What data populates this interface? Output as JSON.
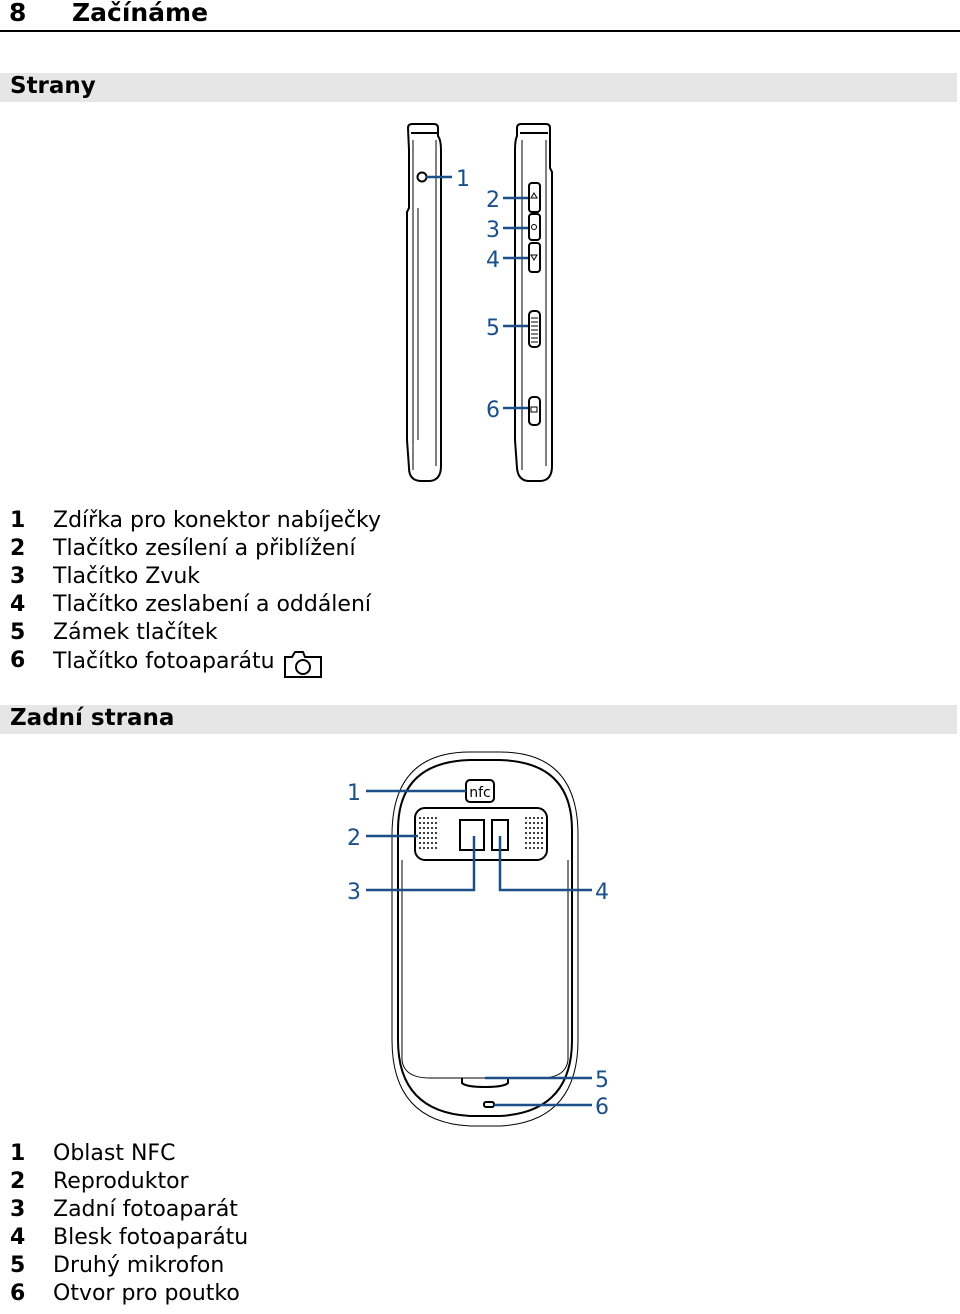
{
  "header": {
    "page_number": "8",
    "chapter_title": "Začínáme"
  },
  "sides": {
    "title": "Strany",
    "callouts": [
      "1",
      "2",
      "3",
      "4",
      "5",
      "6"
    ],
    "items": [
      {
        "num": "1",
        "label": "Zdířka pro konektor nabíječky"
      },
      {
        "num": "2",
        "label": "Tlačítko zesílení a přiblížení"
      },
      {
        "num": "3",
        "label": "Tlačítko Zvuk"
      },
      {
        "num": "4",
        "label": "Tlačítko zeslabení a oddálení"
      },
      {
        "num": "5",
        "label": "Zámek tlačítek"
      },
      {
        "num": "6",
        "label": "Tlačítko fotoaparátu"
      }
    ]
  },
  "back": {
    "title": "Zadní strana",
    "nfc_logo_text": "nfc",
    "callouts": [
      "1",
      "2",
      "3",
      "4",
      "5",
      "6"
    ],
    "items": [
      {
        "num": "1",
        "label": "Oblast NFC"
      },
      {
        "num": "2",
        "label": "Reproduktor"
      },
      {
        "num": "3",
        "label": "Zadní fotoaparát"
      },
      {
        "num": "4",
        "label": "Blesk fotoaparátu"
      },
      {
        "num": "5",
        "label": "Druhý mikrofon"
      },
      {
        "num": "6",
        "label": "Otvor pro poutko"
      }
    ]
  },
  "colors": {
    "callout": "#1a4f8a",
    "section_bar": "#e6e6e6"
  },
  "icons": {
    "camera_key": "camera-icon"
  }
}
